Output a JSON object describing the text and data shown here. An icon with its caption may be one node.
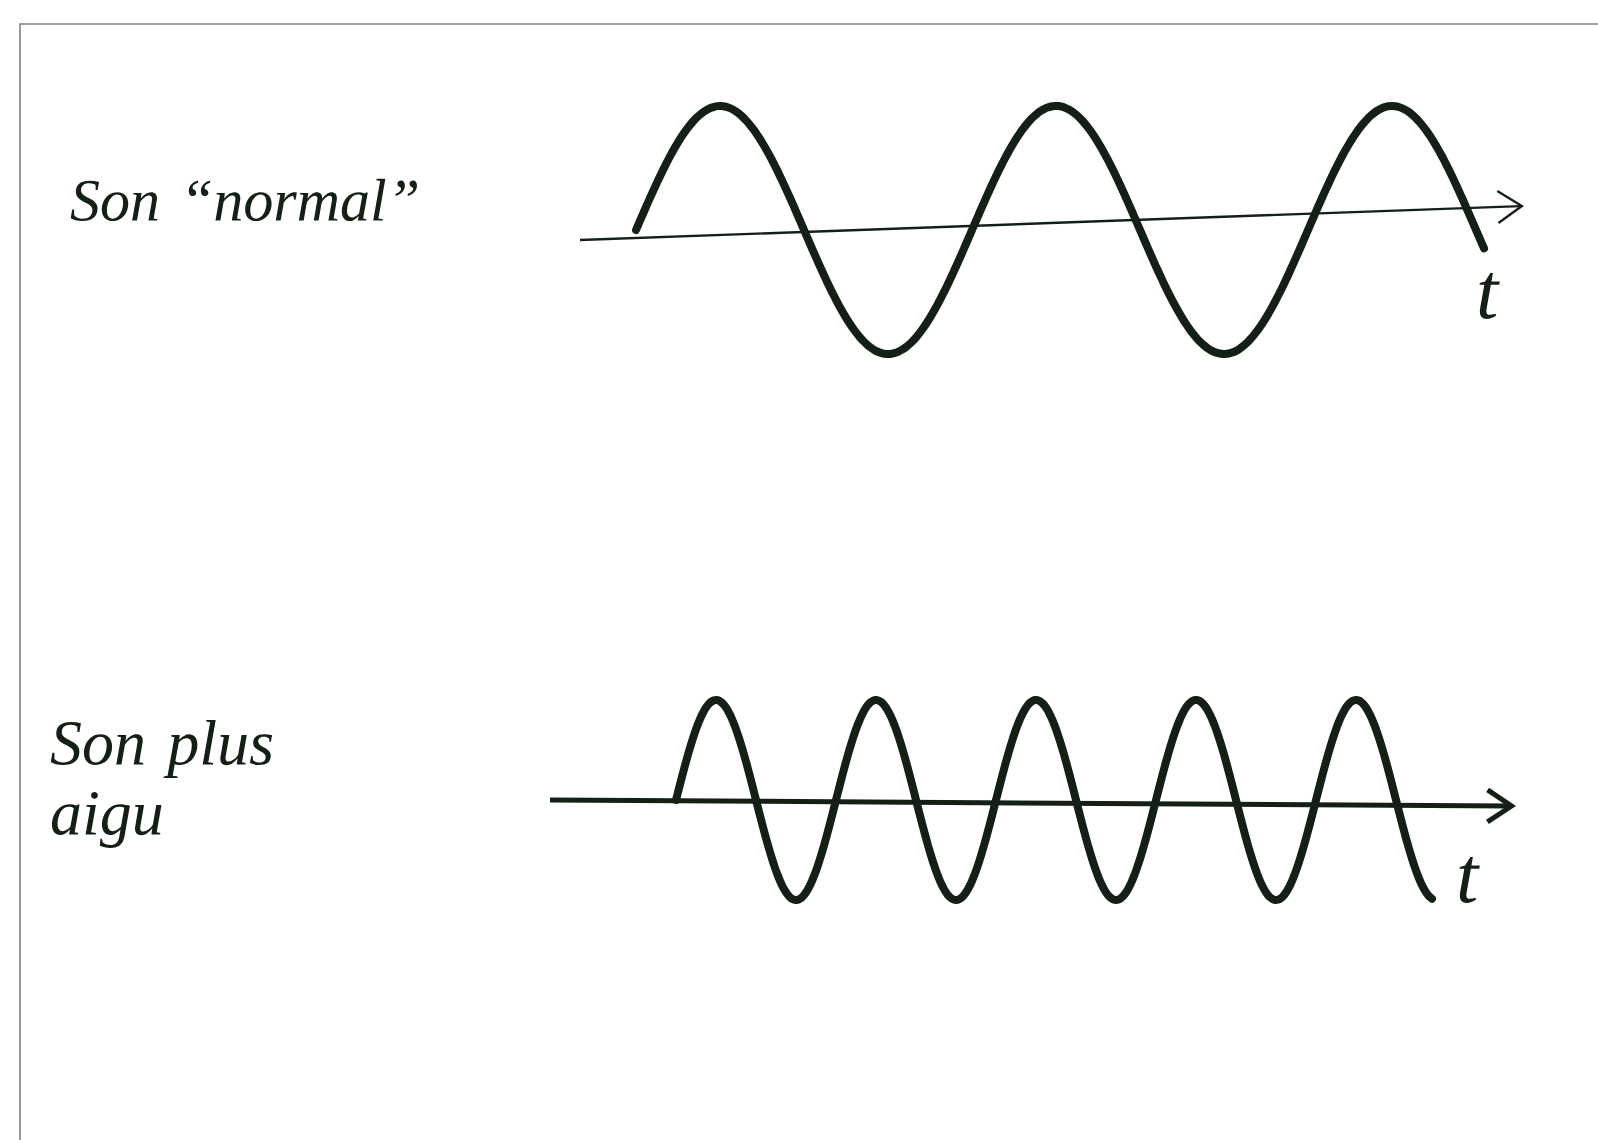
{
  "diagram": {
    "labels": [
      "Son “normal”",
      "t",
      "Son plus aigu",
      "t"
    ]
  }
}
